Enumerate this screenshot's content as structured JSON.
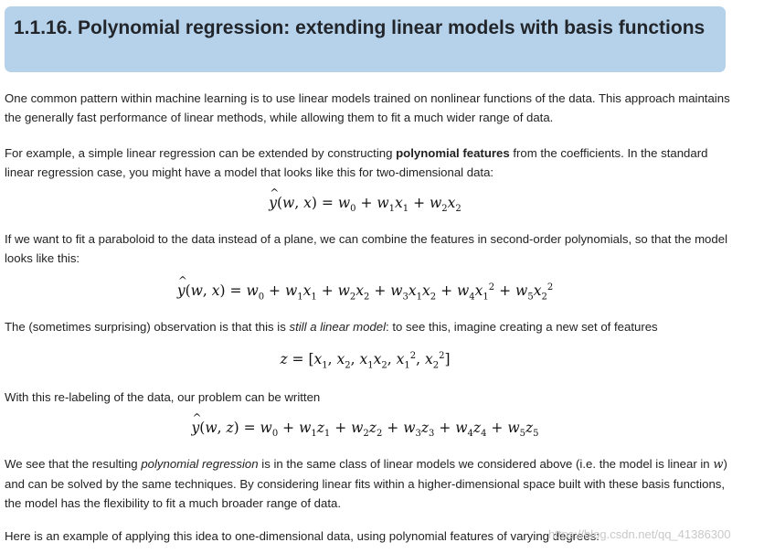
{
  "heading": "1.1.16. Polynomial regression: extending linear models with basis functions",
  "para1": "One common pattern within machine learning is to use linear models trained on nonlinear functions of the data. This approach maintains the generally fast performance of linear methods, while allowing them to fit a much wider range of data.",
  "para2": {
    "before": "For example, a simple linear regression can be extended by constructing ",
    "bold": "polynomial features",
    "after": " from the coefficients. In the standard linear regression case, you might have a model that looks like this for two-dimensional data:"
  },
  "para3": "If we want to fit a paraboloid to the data instead of a plane, we can combine the features in second-order polynomials, so that the model looks like this:",
  "para4": {
    "before": "The (sometimes surprising) observation is that this is ",
    "italic": "still a linear model",
    "after": ": to see this, imagine creating a new set of features"
  },
  "para5": "With this re-labeling of the data, our problem can be written",
  "para6": {
    "before": "We see that the resulting ",
    "italic": "polynomial regression",
    "middle": " is in the same class of linear models we considered above (i.e. the model is linear in ",
    "math": "w",
    "after": ") and can be solved by the same techniques. By considering linear fits within a higher-dimensional space built with these basis functions, the model has the flexibility to fit a much broader range of data."
  },
  "para7": "Here is an example of applying this idea to one-dimensional data, using polynomial features of varying degrees:",
  "watermark": "https://blog.csdn.net/qq_41386300"
}
